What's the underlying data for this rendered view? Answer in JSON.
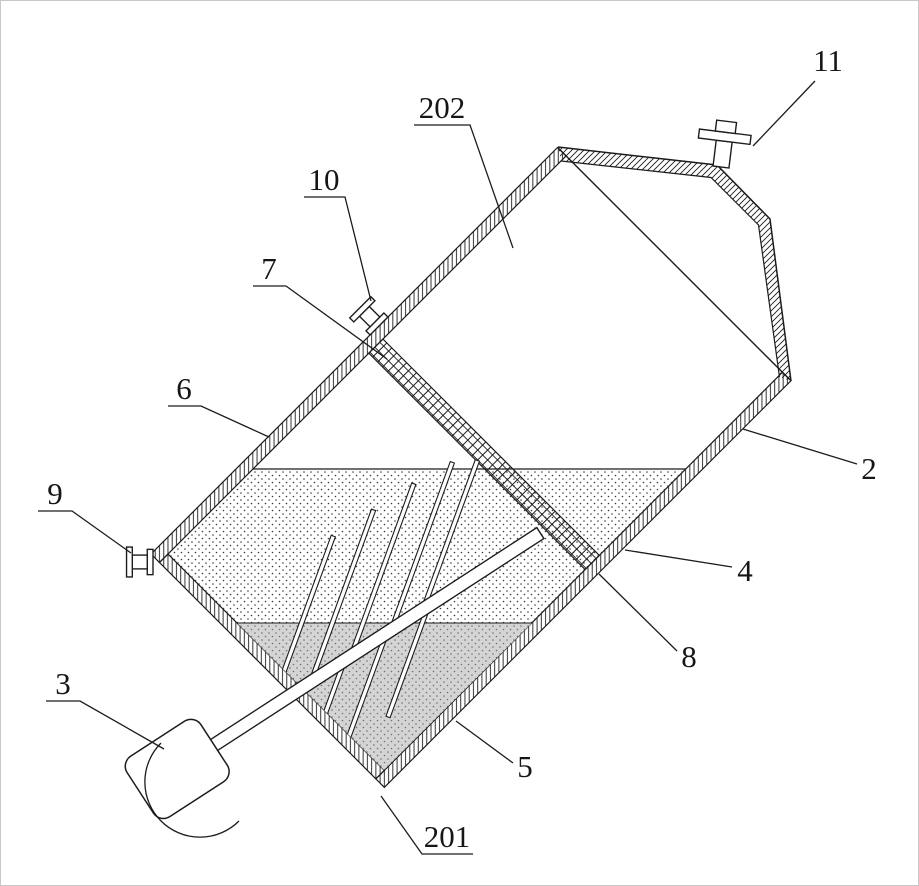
{
  "figure": {
    "kind": "patent-style technical drawing of tilted tank with screw conveyor",
    "background_color": "#ffffff",
    "line_color": "#1c1c1c",
    "sludge_fill_color": "#d4d4d4",
    "labels": {
      "n2": "2",
      "n201": "201",
      "n202": "202",
      "n3": "3",
      "n4": "4",
      "n5": "5",
      "n6": "6",
      "n7": "7",
      "n8": "8",
      "n9": "9",
      "n10": "10",
      "n11": "11"
    }
  }
}
